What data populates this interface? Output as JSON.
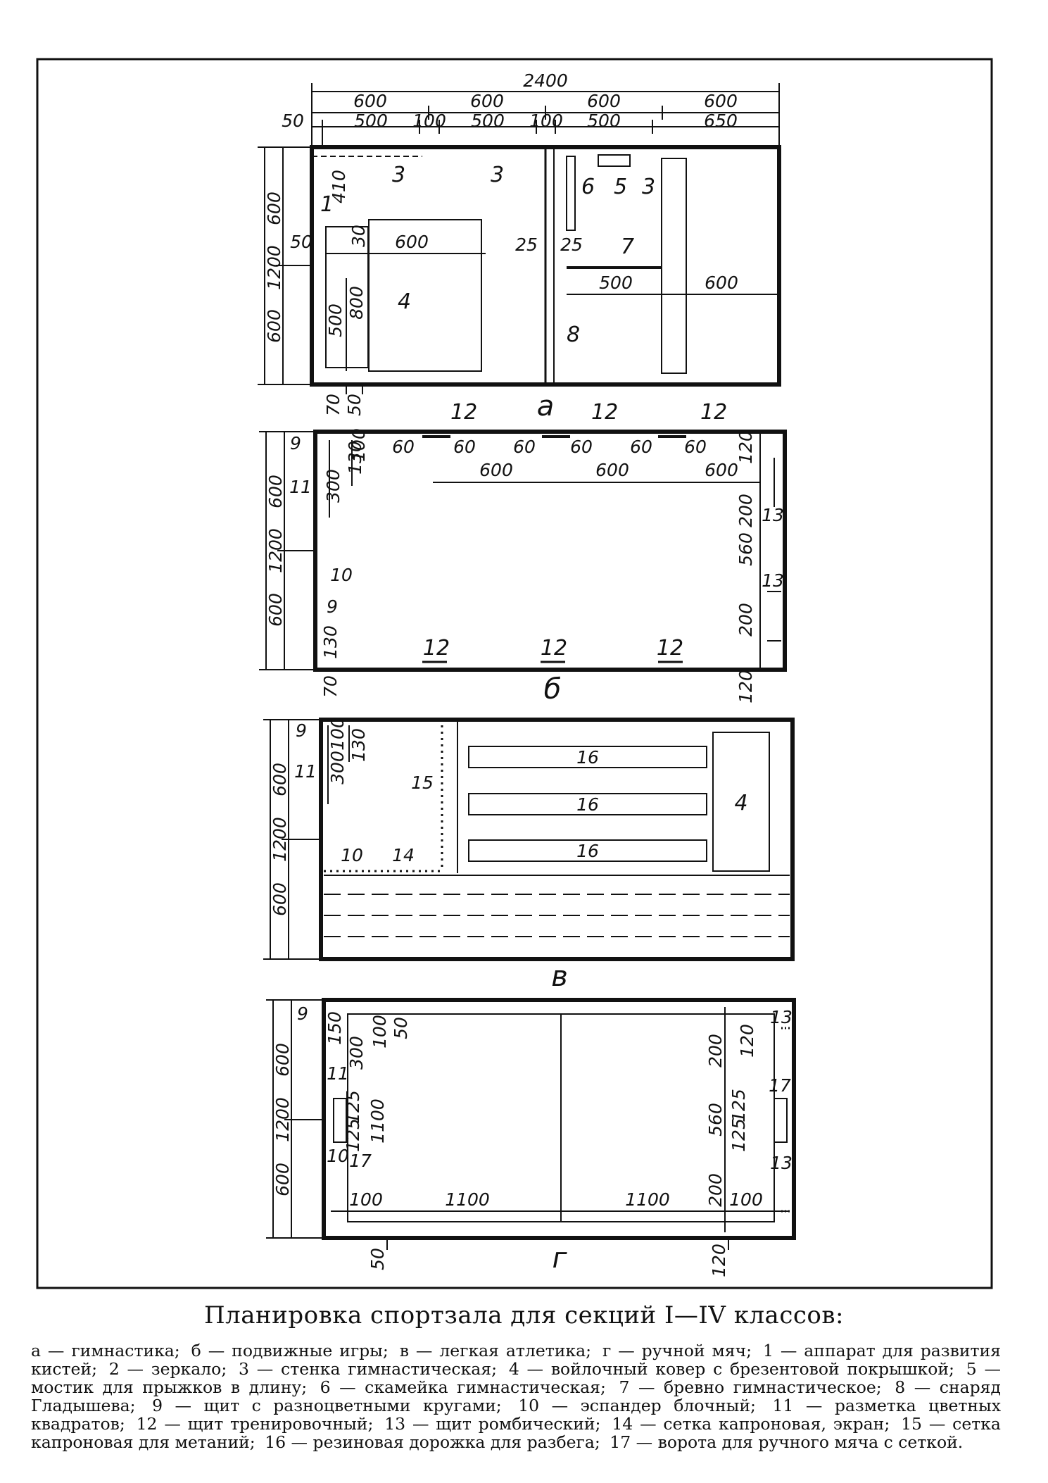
{
  "caption": "Планировка спортзала для секций I—IV классов:",
  "legend": [
    "а — гимнастика;",
    "б — подвижные игры;",
    "в — легкая атлетика;",
    "г — ручной мяч;",
    "1 — аппарат для развития кистей;",
    "2 — зеркало;",
    "3 — стенка гимнастическая;",
    "4 — войлочный ковер с брезентовой покрышкой;",
    "5 — мостик для прыжков в длину;",
    "6 — скамейка гимнастическая;",
    "7 — бревно гимнастическое;",
    "8 — снаряд Гладышева;",
    "9 — щит с разноцветными кругами;",
    "10 — эспандер блочный;",
    "11 — разметка цветных квадратов;",
    "12 — щит тренировочный;",
    "13 — щит ромбический;",
    "14 — сетка капроновая, экран;",
    "15 — сетка капроновая для метаний;",
    "16 — резиновая дорожка для разбега;",
    "17 — ворота для ручного мяча с сеткой."
  ],
  "plans": {
    "a": {
      "sublabel": "а",
      "overall": "2400",
      "top_row1": [
        "600",
        "600",
        "600",
        "600"
      ],
      "top_row2": [
        "50",
        "500",
        "100",
        "500",
        "100",
        "500",
        "650"
      ],
      "left_dims": [
        "1200",
        "600",
        "600"
      ],
      "inner_dims": [
        "410",
        "50",
        "30",
        "600",
        "25",
        "25",
        "500",
        "600",
        "500",
        "800",
        "70",
        "50"
      ],
      "markers": [
        "3",
        "3",
        "6",
        "5",
        "3",
        "1",
        "7",
        "4",
        "8"
      ]
    },
    "b": {
      "sublabel": "б",
      "left_dims": [
        "1200",
        "600",
        "600"
      ],
      "top_labels": [
        "12",
        "12",
        "12"
      ],
      "top_dims": [
        "60",
        "60",
        "60",
        "60",
        "60",
        "60",
        "600",
        "600",
        "600"
      ],
      "left_inner": [
        "9",
        "100",
        "300",
        "130",
        "11",
        "10",
        "9",
        "130",
        "70"
      ],
      "right_dims": [
        "120",
        "200",
        "13",
        "560",
        "13",
        "200",
        "120"
      ],
      "bottom_labels": [
        "12",
        "12",
        "12"
      ]
    },
    "v": {
      "sublabel": "в",
      "left_dims": [
        "1200",
        "600",
        "600"
      ],
      "inner": [
        "9",
        "100",
        "300",
        "130",
        "11",
        "15",
        "10",
        "14"
      ],
      "tracks": [
        "16",
        "16",
        "16"
      ],
      "mat": "4"
    },
    "g": {
      "sublabel": "г",
      "left_dims": [
        "1200",
        "600",
        "600"
      ],
      "inner": [
        "9",
        "150",
        "300",
        "100",
        "50",
        "11",
        "125",
        "125",
        "1100",
        "10",
        "17",
        "100",
        "1100",
        "1100",
        "50"
      ],
      "right": [
        "13",
        "120",
        "200",
        "17",
        "560",
        "125",
        "125",
        "13",
        "200",
        "100",
        "120"
      ]
    }
  }
}
